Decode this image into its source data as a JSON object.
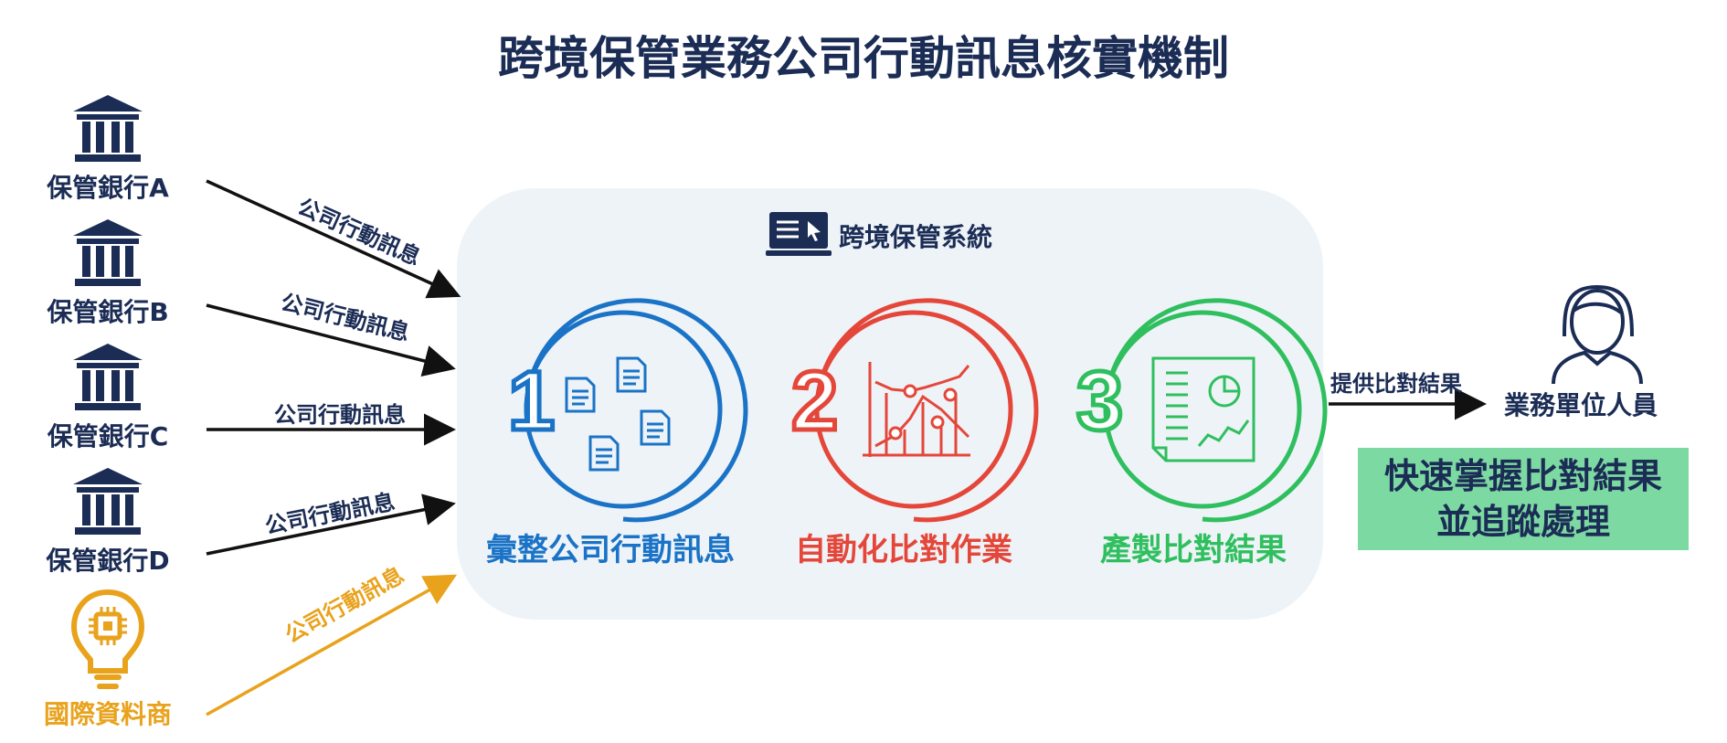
{
  "title": "跨境保管業務公司行動訊息核實機制",
  "sources": [
    {
      "label": "保管銀行A",
      "icon": "bank-icon"
    },
    {
      "label": "保管銀行B",
      "icon": "bank-icon"
    },
    {
      "label": "保管銀行C",
      "icon": "bank-icon"
    },
    {
      "label": "保管銀行D",
      "icon": "bank-icon"
    },
    {
      "label": "國際資料商",
      "icon": "lightbulb-chip-icon"
    }
  ],
  "arrow_label": "公司行動訊息",
  "system": {
    "title": "跨境保管系統",
    "icon": "laptop-icon"
  },
  "steps": [
    {
      "number": "1",
      "label": "彙整公司行動訊息",
      "color": "#1a73c6",
      "icon": "documents-icon"
    },
    {
      "number": "2",
      "label": "自動化比對作業",
      "color": "#e4473a",
      "icon": "line-chart-icon"
    },
    {
      "number": "3",
      "label": "產製比對結果",
      "color": "#2fbf5e",
      "icon": "report-icon"
    }
  ],
  "output_arrow_label": "提供比對結果",
  "person": {
    "label": "業務單位人員",
    "icon": "person-icon"
  },
  "result": {
    "line1": "快速掌握比對結果",
    "line2": "並追蹤處理"
  },
  "colors": {
    "navy": "#1b2c55",
    "orange": "#e9a21c",
    "panel": "#eef3f8",
    "result_bg": "#7dd9a2"
  }
}
